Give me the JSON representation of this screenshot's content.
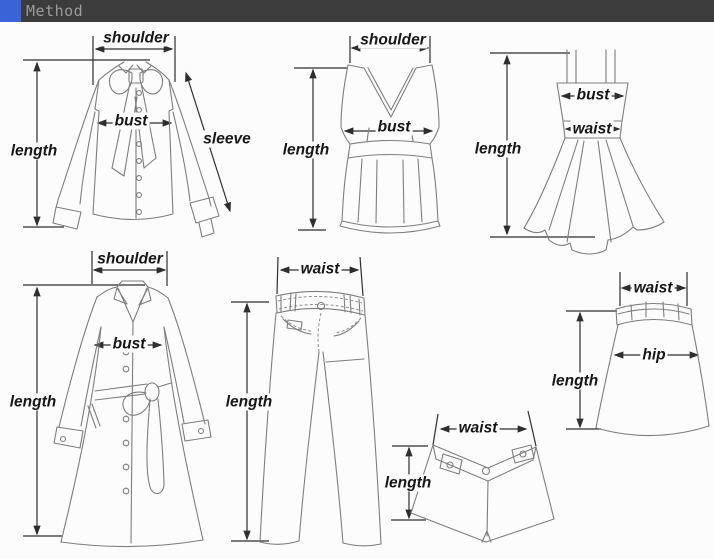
{
  "header": {
    "title": "Method"
  },
  "colors": {
    "header_bar": "#3c3c3c",
    "header_accent": "#3b63d8",
    "header_text": "#9c9c9c",
    "background": "#fcfcfc",
    "garment_line": "#7e7e7e",
    "measure_line": "#2e2e2e",
    "label_text": "#161616"
  },
  "garments": {
    "blouse": {
      "type": "long-sleeve blouse with bow",
      "measurements": {
        "shoulder": "shoulder",
        "length": "length",
        "bust": "bust",
        "sleeve": "sleeve"
      }
    },
    "tank_top": {
      "type": "v-neck tank top",
      "measurements": {
        "shoulder": "shoulder",
        "length": "length",
        "bust": "bust"
      }
    },
    "dress": {
      "type": "strap dress with flared skirt",
      "measurements": {
        "length": "length",
        "bust": "bust",
        "waist": "waist"
      }
    },
    "coat": {
      "type": "belted long coat",
      "measurements": {
        "shoulder": "shoulder",
        "length": "length",
        "bust": "bust"
      }
    },
    "pants": {
      "type": "flared pants",
      "measurements": {
        "waist": "waist",
        "length": "length"
      }
    },
    "skirt": {
      "type": "a-line skirt",
      "measurements": {
        "waist": "waist",
        "hip": "hip",
        "length": "length"
      }
    },
    "shorts": {
      "type": "shorts",
      "measurements": {
        "waist": "waist",
        "length": "length"
      }
    }
  }
}
